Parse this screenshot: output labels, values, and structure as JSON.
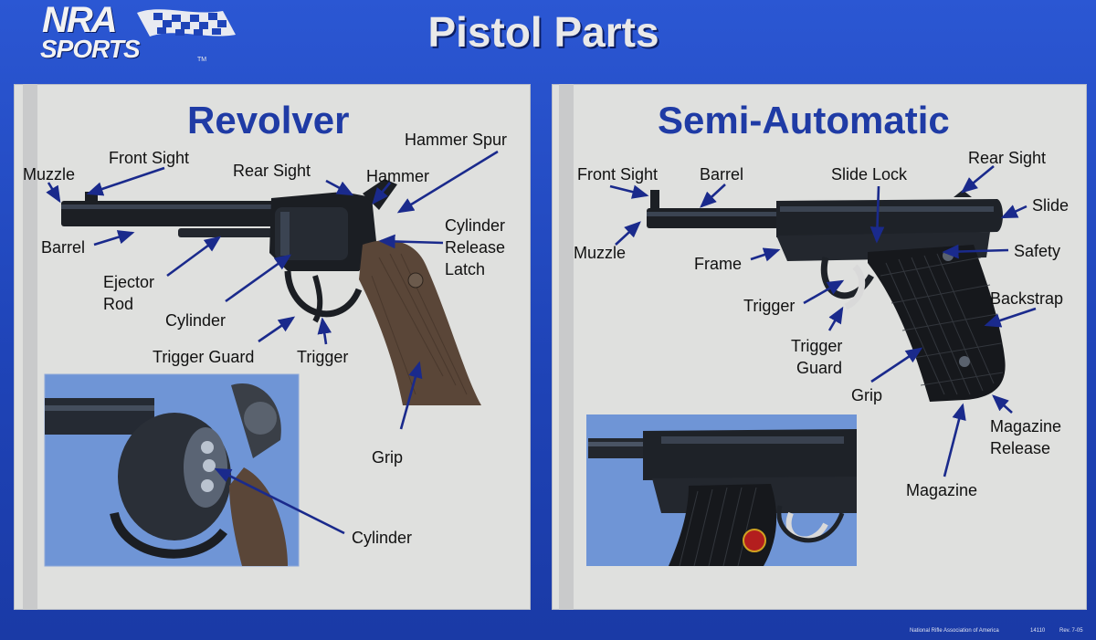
{
  "header": {
    "logo_top": "NRA",
    "logo_bottom": "SPORTS",
    "logo_tm": "TM",
    "title": "Pistol Parts"
  },
  "revolver": {
    "title": "Revolver",
    "labels": {
      "muzzle": "Muzzle",
      "front_sight": "Front Sight",
      "rear_sight": "Rear Sight",
      "hammer": "Hammer",
      "hammer_spur": "Hammer Spur",
      "barrel": "Barrel",
      "cylinder_release_latch_1": "Cylinder",
      "cylinder_release_latch_2": "Release",
      "cylinder_release_latch_3": "Latch",
      "ejector_rod_1": "Ejector",
      "ejector_rod_2": "Rod",
      "cylinder": "Cylinder",
      "trigger_guard": "Trigger Guard",
      "trigger": "Trigger",
      "grip": "Grip",
      "inset_cylinder": "Cylinder"
    }
  },
  "semi_automatic": {
    "title": "Semi-Automatic",
    "labels": {
      "front_sight": "Front Sight",
      "barrel": "Barrel",
      "slide_lock": "Slide Lock",
      "rear_sight": "Rear Sight",
      "slide": "Slide",
      "muzzle": "Muzzle",
      "frame": "Frame",
      "safety": "Safety",
      "trigger": "Trigger",
      "backstrap": "Backstrap",
      "trigger_guard_1": "Trigger",
      "trigger_guard_2": "Guard",
      "grip": "Grip",
      "magazine_release_1": "Magazine",
      "magazine_release_2": "Release",
      "magazine": "Magazine"
    }
  },
  "footer": {
    "org": "National Rifle Association of America",
    "code": "14110",
    "rev": "Rev. 7-05"
  },
  "colors": {
    "poster_blue": "#1f44b8",
    "panel_gray": "#dfe0de",
    "title_blue": "#1f3ba5",
    "arrow_navy": "#1a2a8c",
    "gun_dark": "#1c1f24",
    "grip_wood": "#5a4638",
    "inset_sky": "#6f95d6"
  }
}
